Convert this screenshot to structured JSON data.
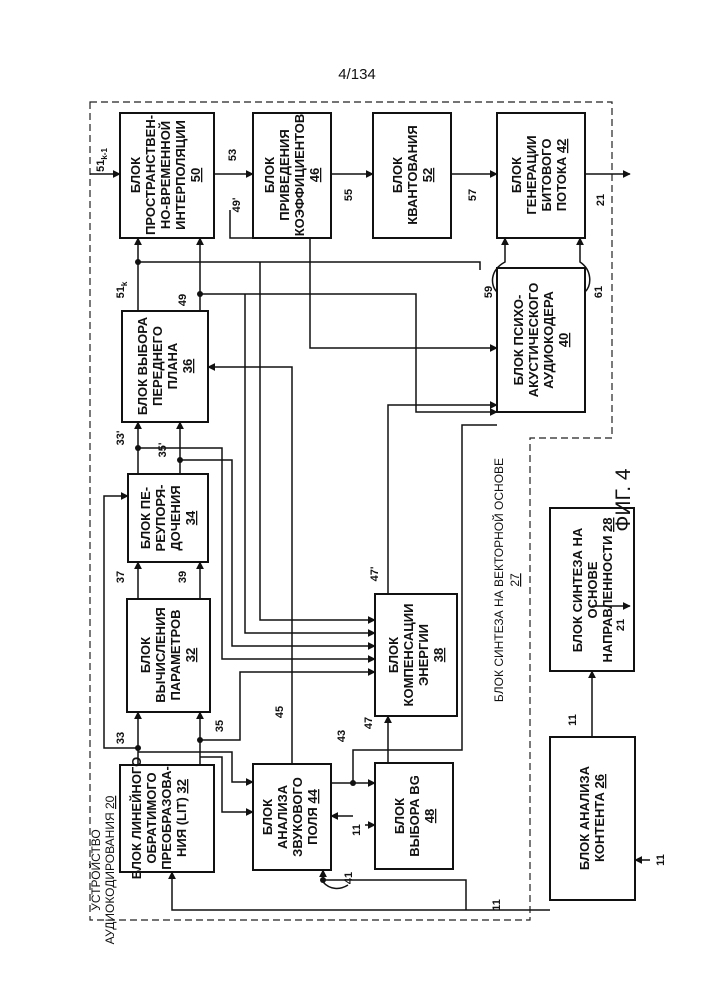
{
  "page_number": "4/134",
  "figure_label": "ФИГ. 4",
  "containers": {
    "audio_device": {
      "lines": [
        "УСТРОЙСТВО",
        "АУДИОКОДИРОВАНИЯ"
      ],
      "ref": "20"
    },
    "vector_synthesis": {
      "label": "БЛОК СИНТЕЗА НА ВЕКТОРНОЙ ОСНОВЕ",
      "ref": "27"
    }
  },
  "blocks": {
    "spatial_interp": {
      "lines": [
        "БЛОК",
        "ПРОСТРАНСТВЕН-",
        "НО-ВРЕМЕННОЙ",
        "ИНТЕРПОЛЯЦИИ"
      ],
      "ref": "50"
    },
    "coef_reduction": {
      "lines": [
        "БЛОК",
        "ПРИВЕДЕНИЯ",
        "КОЭФФИЦИЕНТОВ"
      ],
      "ref": "46"
    },
    "quantization": {
      "lines": [
        "БЛОК",
        "КВАНТОВАНИЯ"
      ],
      "ref": "52"
    },
    "bitstream_gen": {
      "lines": [
        "БЛОК",
        "ГЕНЕРАЦИИ",
        "БИТОВОГО",
        "ПОТОКА"
      ],
      "ref": "42"
    },
    "fg_select": {
      "lines": [
        "БЛОК ВЫБОРА",
        "ПЕРЕДНЕГО",
        "ПЛАНА"
      ],
      "ref": "36"
    },
    "psycho": {
      "lines": [
        "БЛОК ПСИХО-",
        "АКУСТИЧЕСКОГО",
        "АУДИОКОДЕРА"
      ],
      "ref": "40"
    },
    "reorder": {
      "lines": [
        "БЛОК ПЕ-",
        "РЕУПОРЯ-",
        "ДОЧЕНИЯ"
      ],
      "ref": "34"
    },
    "param_calc": {
      "lines": [
        "БЛОК",
        "ВЫЧИСЛЕНИЯ",
        "ПАРАМЕТРОВ"
      ],
      "ref": "32"
    },
    "energy_comp": {
      "lines": [
        "БЛОК",
        "КОМПЕНСАЦИИ",
        "ЭНЕРГИИ"
      ],
      "ref": "38"
    },
    "lit": {
      "lines": [
        "БЛОК ЛИНЕЙНОГО",
        "ОБРАТИМОГО",
        "ПРЕОБРАЗОВА-",
        "НИЯ (LIT)"
      ],
      "ref": "32"
    },
    "sound_field": {
      "lines": [
        "БЛОК",
        "АНАЛИЗА",
        "ЗВУКОВОГО",
        "ПОЛЯ"
      ],
      "ref": "44"
    },
    "bg_select": {
      "lines": [
        "БЛОК",
        "ВЫБОРА BG"
      ],
      "ref": "48"
    },
    "dir_synthesis": {
      "lines": [
        "БЛОК СИНТЕЗА НА",
        "ОСНОВЕ",
        "НАПРАВЛЕННОСТИ"
      ],
      "ref": "28"
    },
    "content_analysis": {
      "lines": [
        "БЛОК АНАЛИЗА",
        "КОНТЕНТА"
      ],
      "ref": "26"
    }
  },
  "signals": {
    "s51km1": "51",
    "s51km1_sub": "k-1",
    "s53": "53",
    "s55": "55",
    "s57": "57",
    "s21a": "21",
    "s49p": "49'",
    "s51k": "51",
    "s51k_sub": "k",
    "s49": "49",
    "s59": "59",
    "s61": "61",
    "s33p": "33'",
    "s35p": "35'",
    "s37": "37",
    "s39": "39",
    "s47p": "47'",
    "s33": "33",
    "s35": "35",
    "s45": "45",
    "s43": "43",
    "s47": "47",
    "s11a": "11",
    "s41": "41",
    "s11b": "11",
    "s11c": "11",
    "s21b": "21",
    "s11d": "11"
  }
}
